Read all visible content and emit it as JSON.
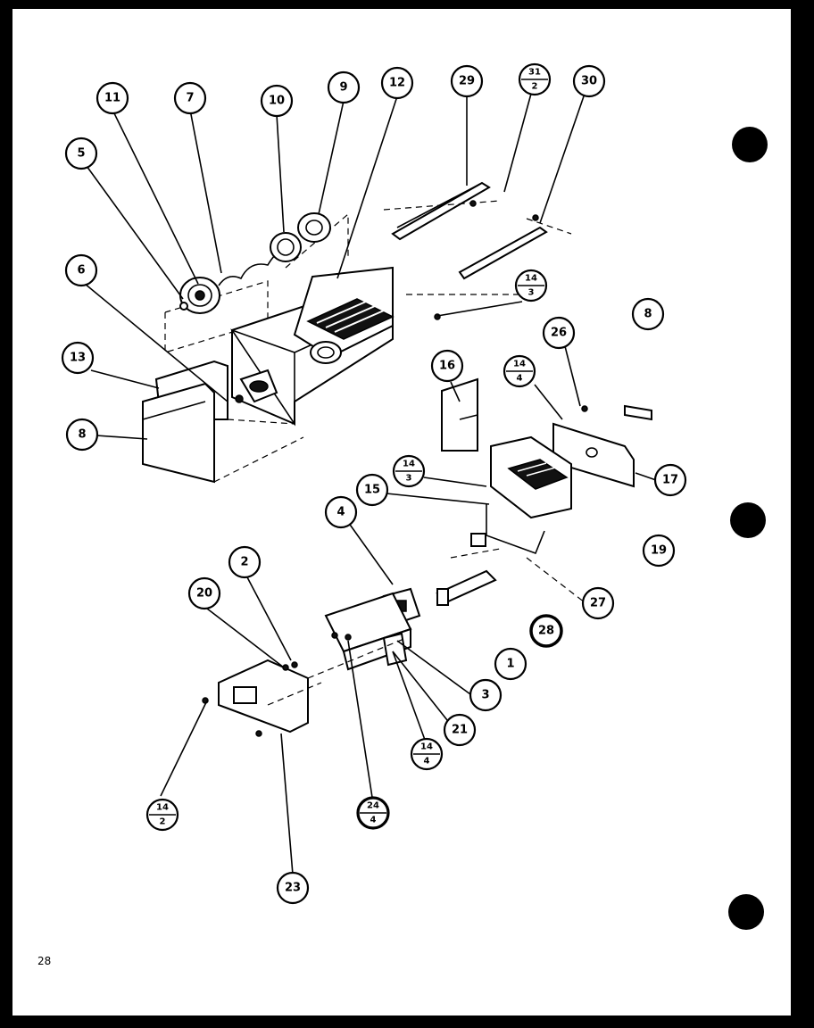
{
  "page_number": "28",
  "callouts": {
    "c11": "11",
    "c7": "7",
    "c10": "10",
    "c9": "9",
    "c12": "12",
    "c29": "29",
    "c31_top": "31",
    "c31_bot": "2",
    "c30": "30",
    "c5": "5",
    "c6": "6",
    "c13": "13",
    "c8a": "8",
    "c14_3a_top": "14",
    "c14_3a_bot": "3",
    "c18": "8",
    "c26": "26",
    "c14_4a_top": "14",
    "c14_4a_bot": "4",
    "c16": "16",
    "c17": "17",
    "c14_3b_top": "14",
    "c14_3b_bot": "3",
    "c15": "15",
    "c4": "4",
    "c19": "19",
    "c27": "27",
    "c2": "2",
    "c20": "20",
    "c28": "28",
    "c1": "1",
    "c3": "3",
    "c21": "21",
    "c14_4b_top": "14",
    "c14_4b_bot": "4",
    "c14_2_top": "14",
    "c14_2_bot": "2",
    "c24_top": "24",
    "c24_bot": "4",
    "c23": "23"
  }
}
